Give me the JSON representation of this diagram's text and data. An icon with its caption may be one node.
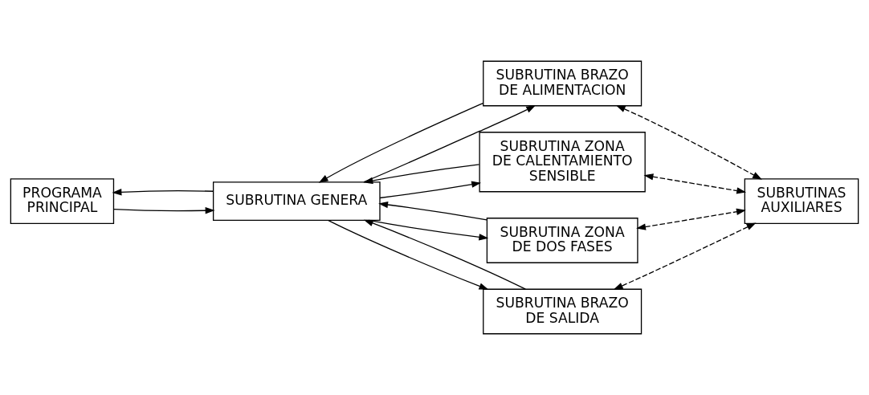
{
  "diagram": {
    "nodes": [
      {
        "text": [
          "PROGRAMA PRINCIPAL"
        ]
      },
      {
        "text": [
          "SUBRUTINA GENERA"
        ]
      },
      {
        "text": [
          "SUBRUTINA BRAZO DE ALIMENTACION"
        ]
      },
      {
        "text": [
          "SUBRUTINA ZONA DE CALENTAMIENTO SENSIBLE"
        ]
      },
      {
        "text": [
          "SUBRUTINA ZONA DE DOS FASES"
        ]
      },
      {
        "text": [
          "SUBRUTINA BRAZO DE SALIDA"
        ]
      },
      {
        "text": [
          "SUBRUTINAS AUXILIARES"
        ]
      }
    ],
    "edges": [
      {
        "from": 0,
        "to": 1,
        "arrow": "to"
      },
      {
        "from": 1,
        "to": 0,
        "arrow": "to"
      },
      {
        "from": 1,
        "to": 2,
        "arrow": "to"
      },
      {
        "from": 2,
        "to": 1,
        "arrow": "to"
      },
      {
        "from": 1,
        "to": 3,
        "arrow": "to"
      },
      {
        "from": 3,
        "to": 1,
        "arrow": "to"
      },
      {
        "from": 4,
        "to": 1,
        "arrow": "to"
      },
      {
        "from": 1,
        "to": 4,
        "arrow": "to"
      },
      {
        "from": 5,
        "to": 1,
        "arrow": "to"
      },
      {
        "from": 1,
        "to": 5,
        "arrow": "to"
      },
      {
        "from": 6,
        "to": 2,
        "arrow": "both",
        "style": "dashed"
      },
      {
        "from": 6,
        "to": 3,
        "arrow": "both",
        "style": "dashed"
      },
      {
        "from": 6,
        "to": 4,
        "arrow": "both",
        "style": "dashed"
      },
      {
        "from": 6,
        "to": 5,
        "arrow": "both",
        "style": "dashed"
      }
    ]
  }
}
